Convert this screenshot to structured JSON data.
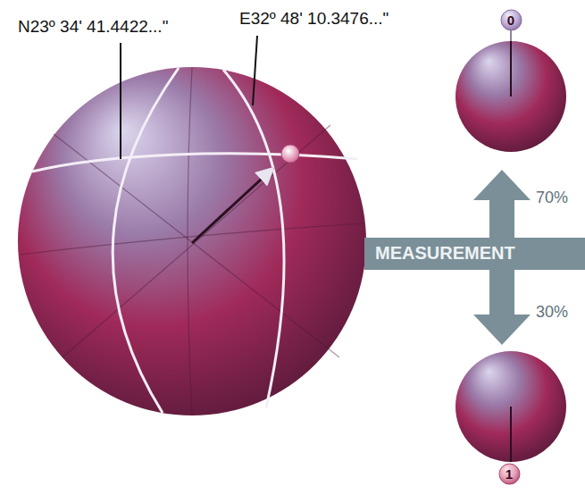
{
  "diagram": {
    "nodes": [
      {
        "text": [
          "0"
        ]
      },
      {
        "text": [
          "1"
        ]
      }
    ],
    "labels": [
      "N23º 34' 41.4422...\"",
      "E32º 48' 10.3476...\"",
      "70%",
      "MEASUREMENT",
      "30%"
    ]
  }
}
